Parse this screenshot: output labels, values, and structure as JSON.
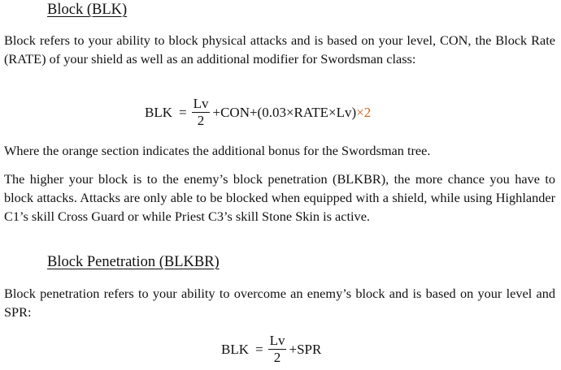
{
  "sections": [
    {
      "heading": "Block (BLK)",
      "intro": "Block refers to your ability to block physical attacks and is based on your level, CON, the Block Rate (RATE) of your shield as well as an additional modifier for Swordsman class:",
      "equation": {
        "lhs": "BLK",
        "eq": "=",
        "numerator": "Lv",
        "denominator": "2",
        "rest": "+CON+(0.03×RATE×Lv)",
        "bonus": "×2"
      },
      "note": "Where the orange section indicates the additional bonus for the Swordsman tree.",
      "detail": "The higher your block is to the enemy’s block penetration (BLKBR), the more chance you have to block attacks. Attacks are only able to be blocked when equipped with a shield, while using Highlander C1’s skill Cross Guard or while Priest C3’s skill Stone Skin is active."
    },
    {
      "heading": "Block Penetration (BLKBR)",
      "intro": "Block penetration refers to your ability to overcome an enemy’s block and is based on your level and SPR:",
      "equation": {
        "lhs": "BLK",
        "eq": "=",
        "numerator": "Lv",
        "denominator": "2",
        "rest": "+SPR"
      }
    }
  ],
  "colors": {
    "bonus": "#d2691e"
  }
}
